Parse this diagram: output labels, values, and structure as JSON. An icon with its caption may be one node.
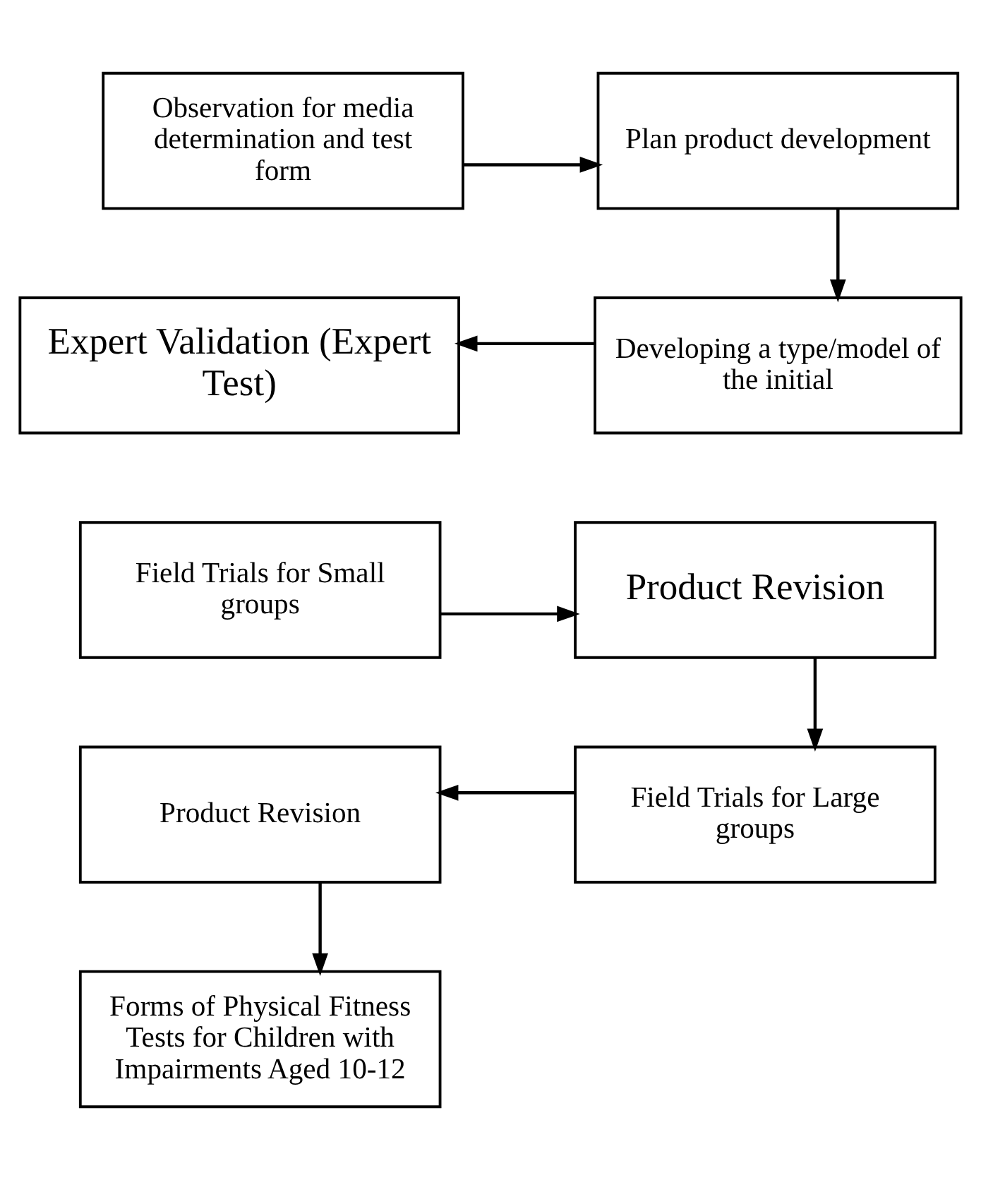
{
  "diagram": {
    "nodes": [
      {
        "text": [
          "Observation for media determination and test form"
        ]
      },
      {
        "text": [
          "Plan product development"
        ]
      },
      {
        "text": [
          "Developing a type/model of the initial"
        ]
      },
      {
        "text": [
          "Expert Validation (Expert Test)"
        ]
      },
      {
        "text": [
          "Field Trials for Small groups"
        ]
      },
      {
        "text": [
          "Product Revision"
        ]
      },
      {
        "text": [
          "Field Trials for Large groups"
        ]
      },
      {
        "text": [
          "Product Revision"
        ]
      },
      {
        "text": [
          "Forms of Physical Fitness Tests for Children with Impairments Aged 10-12"
        ]
      }
    ],
    "edges": [
      {
        "from": 0,
        "to": 1,
        "arrow": "to"
      },
      {
        "from": 1,
        "to": 2,
        "arrow": "to"
      },
      {
        "from": 2,
        "to": 3,
        "arrow": "to"
      },
      {
        "from": 4,
        "to": 5,
        "arrow": "to"
      },
      {
        "from": 5,
        "to": 6,
        "arrow": "to"
      },
      {
        "from": 6,
        "to": 7,
        "arrow": "to"
      },
      {
        "from": 7,
        "to": 8,
        "arrow": "to"
      }
    ]
  }
}
